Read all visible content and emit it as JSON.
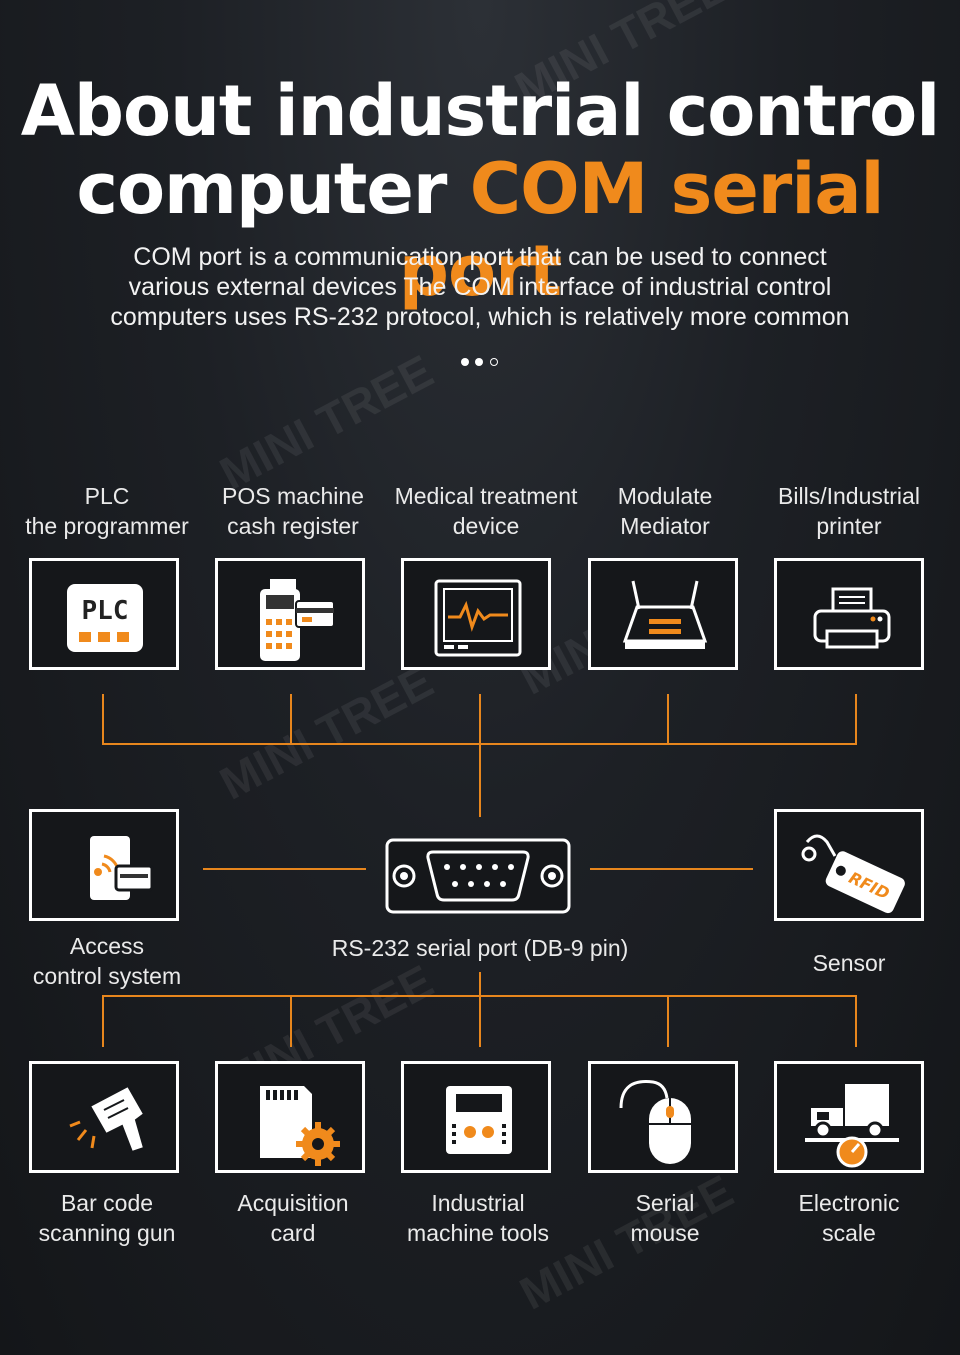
{
  "heading": {
    "line1": "About industrial control",
    "line2_plain": "computer ",
    "line2_accent": "COM serial port",
    "accent_color": "#f08a1c"
  },
  "description": "COM port is a communication port that can be used to connect various external devices The COM interface of industrial control computers uses RS-232 protocol, which is relatively more common",
  "watermark": "MINI TREE",
  "center": {
    "label": "RS-232 serial port (DB-9 pin)",
    "icon": "db9-connector-icon"
  },
  "top_devices": [
    {
      "line1": "PLC",
      "line2": "the programmer",
      "icon": "plc-icon"
    },
    {
      "line1": "POS machine",
      "line2": "cash register",
      "icon": "pos-terminal-icon"
    },
    {
      "line1": "Medical treatment",
      "line2": "device",
      "icon": "medical-monitor-icon"
    },
    {
      "line1": "Modulate",
      "line2": "Mediator",
      "icon": "modem-router-icon"
    },
    {
      "line1": "Bills/Industrial",
      "line2": "printer",
      "icon": "printer-icon"
    }
  ],
  "side_devices": {
    "left": {
      "line1": "Access",
      "line2": "control system",
      "icon": "access-card-icon"
    },
    "right": {
      "line1": "Sensor",
      "icon": "rfid-tag-icon",
      "tag_text": "RFID"
    }
  },
  "bottom_devices": [
    {
      "line1": "Bar code",
      "line2": "scanning gun",
      "icon": "barcode-scanner-icon"
    },
    {
      "line1": "Acquisition",
      "line2": "card",
      "icon": "sd-card-gear-icon"
    },
    {
      "line1": "Industrial",
      "line2": "machine tools",
      "icon": "machine-tool-panel-icon"
    },
    {
      "line1": "Serial",
      "line2": "mouse",
      "icon": "mouse-icon"
    },
    {
      "line1": "Electronic",
      "line2": "scale",
      "icon": "truck-scale-icon"
    }
  ]
}
